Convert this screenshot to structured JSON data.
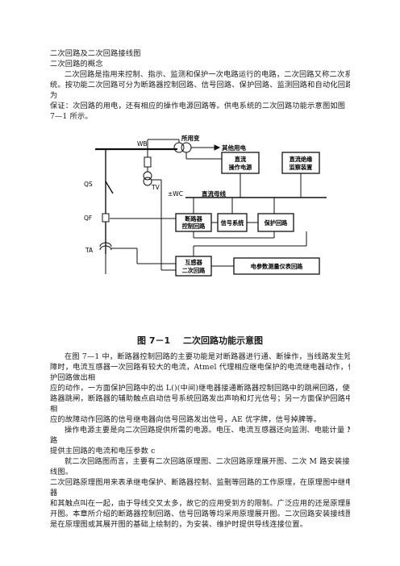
{
  "heading": {
    "title": "二次回路及二次回路接线图",
    "subtitle": "二次回路的概念"
  },
  "intro": [
    "二次回路是指用来控制、指示、监测和保护一次电路运行的电路，二次回路又称二次系",
    "统。按功能二次回路可分为断路器控制回路、信号回路、保护回路、监测回路和自动化回路，",
    "为",
    "保证：次回路的用电，还有相应的操作电源回路等。供电系统的二次回路功能示意图如图",
    "7—1 所示。"
  ],
  "figure": {
    "labels": {
      "wb": "WB",
      "qs": "QS",
      "qf": "QF",
      "ta": "TA",
      "tv": "TV",
      "wc": "±WC",
      "dc_bus": "直流母线",
      "station_transformer": "所用变",
      "other_load": "其他用电",
      "dc_power_1": "直流",
      "dc_power_2": "操作电源",
      "insulation_monitor_1": "直流绝缘",
      "insulation_monitor_2": "监察装置",
      "breaker_control_1": "断路器",
      "breaker_control_2": "控制回路",
      "signal_system": "信号系统",
      "protection_circuit": "保护回路",
      "transformer_secondary_1": "互感器",
      "transformer_secondary_2": "二次回路",
      "measurement_circuit": "电参数测量仪表回路"
    },
    "caption_num": "图 7－1",
    "caption_text": "二次回路功能示意图"
  },
  "body": [
    "在图 7—1 中，断路器控制回路的主要功能是对断路器进行通、断操作，当线路发生短路故",
    "障时，电流互感器一次回路有较大的电流，Atmel 代理相应继电保护的电流继电器动作，保",
    "护回路做出相",
    "应的动作，一方面保护回路中的出 L()(中间)继电器接通断路器控制回路中的跳闸回路，使断",
    "路器跳闸，断路器的辅助触点启动信号系统回路发出声响和灯光信号；另一方面保护回路中",
    "相",
    "应的故障动作回路的信号继电器向信号回路发出信号，AE 优字牌，信号掉脾等。",
    "操作电源主要是向二次回路提供所需的电源。电压、电流互感器还向监测、电能计量 M",
    "路",
    "提供主回路的电流和电压参数 c",
    "就二次回路图而言，主要有二次回路原理图、二次回路原理展开图、二次 M 路安装接",
    "线图。",
    "二次回路原理图用来表承继电保护、断路器控制、监刪等回路的工作原理，在原理图中继电",
    "器",
    "和其触点叫在一起，由于导线交叉太多，故它的应用受到方的限制。广泛应用的还是原理展",
    "开图。本章所介绍的断路器控制回路、信号回路等均采用原理展开图。二次回路安装接线图",
    "是在原理图或其展开图的基础上绘制的，为安装、维护时提供导线连接位置。"
  ]
}
